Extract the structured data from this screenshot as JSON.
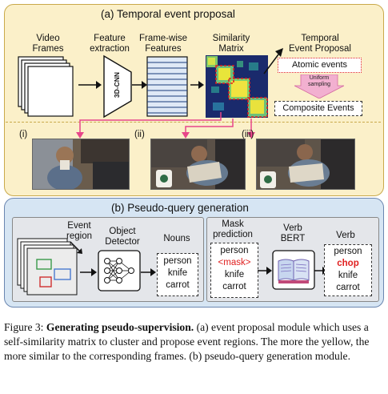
{
  "panel_a": {
    "title": "(a) Temporal event proposal",
    "video_frames": [
      "Video",
      "Frames"
    ],
    "feature_extraction": [
      "Feature",
      "extraction"
    ],
    "cnn_label": "3D-CNN",
    "frame_wise": [
      "Frame-wise",
      "Features"
    ],
    "similarity": [
      "Similarity",
      "Matrix"
    ],
    "temporal": [
      "Temporal",
      "Event Proposal"
    ],
    "atomic": "Atomic events",
    "uniform": [
      "Uniform",
      "sampling"
    ],
    "composite": "Composite Events",
    "frame_labels": [
      "(i)",
      "(ii)",
      "(iii)"
    ]
  },
  "panel_b": {
    "title": "(b) Pseudo-query generation",
    "event_region": [
      "Event",
      "region"
    ],
    "object_detector": [
      "Object",
      "Detector"
    ],
    "nouns": "Nouns",
    "nouns_list": [
      "person",
      "knife",
      "carrot"
    ],
    "mask_prediction": [
      "Mask",
      "prediction"
    ],
    "mask_list": [
      "person",
      "<mask>",
      "knife",
      "carrot"
    ],
    "verb_bert": [
      "Verb",
      "BERT"
    ],
    "verb": "Verb",
    "verb_list": [
      "person",
      "chop",
      "knife",
      "carrot"
    ]
  },
  "caption": {
    "prefix": "Figure 3: ",
    "bold": "Generating pseudo-supervision.",
    "rest": " (a) event proposal module which uses a self-similarity matrix to cluster and propose event regions. The more the yellow, the more similar to the corresponding frames. (b) pseudo-query generation module."
  },
  "colors": {
    "panel_a_bg": "#fbf0c9",
    "panel_b_bg": "#d6e5f3",
    "pink": "#e8468a",
    "red": "#e02020",
    "matrix_navy": "#1a2a6c"
  }
}
